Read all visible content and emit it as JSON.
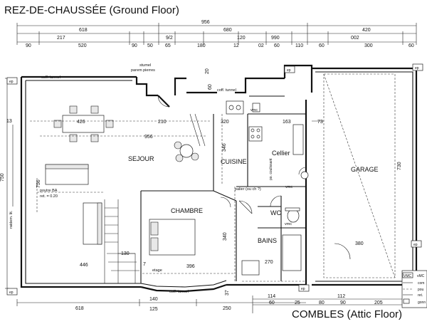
{
  "titles": {
    "ground_floor": "REZ-DE-CHAUSSÉE (Ground Floor)",
    "attic_floor": "COMBLES (Attic Floor)"
  },
  "rooms": {
    "sejour": "SEJOUR",
    "cuisine": "CUISINE",
    "cellier": "Cellier",
    "garage": "GARAGE",
    "chambre": "CHAMBRE",
    "wc": "WC",
    "bains": "BAINS"
  },
  "top_dims": {
    "overall": "956",
    "row1": [
      "618",
      "680",
      "420"
    ],
    "row2": [
      "217",
      "9/2",
      "120",
      "990",
      "002"
    ],
    "row3": [
      "90",
      "520",
      "90",
      "50",
      "65",
      "180",
      "12",
      "02",
      "60",
      "110",
      "60",
      "300",
      "60"
    ]
  },
  "bottom_dims": {
    "row1": [
      "618",
      "140",
      "250",
      "114",
      "112"
    ],
    "row2": [
      "125",
      "60",
      "25",
      "80",
      "90",
      "205"
    ]
  },
  "inner_dims": {
    "d426": "426",
    "d210": "210",
    "d320": "320",
    "d163": "163",
    "d73": "73",
    "d956": "956",
    "d346": "346",
    "d730": "730",
    "d756": "756",
    "d380": "380",
    "d340": "340",
    "d446": "446",
    "d396": "396",
    "d270": "270",
    "d130": "130",
    "d7": "7",
    "d13": "13",
    "d750": "750",
    "d37": "37",
    "d60v": "60",
    "d20v": "20"
  },
  "annotations": {
    "coff_tunnel_1": "coff. tunnel",
    "coff_tunnel_2": "coff. tunnel",
    "coff_tunnel_3": "coff. tunnel",
    "stumel": "stumel",
    "parem": "parem pierres",
    "vmc1": "vmc",
    "vmc2": "vmc",
    "vmc3": "vmc",
    "poutre": "poutre BA",
    "ret": "ret. = 0.20",
    "palier": "palier (ou ch ?)",
    "etage": "etage",
    "po_coulissant": "po. coulissant",
    "raidem": "raidem. lit.",
    "ep1": "ep",
    "ep2": "ep",
    "ep3": "ep",
    "ep4": "ep",
    "ep5": "ep",
    "ep6": "ep",
    "ep7": "ep"
  },
  "legend": {
    "vmc_label": "VMC",
    "vmc_right": "vMC",
    "item1": "com",
    "item2": "pou",
    "item3": "ret.",
    "item4": "gonn"
  }
}
